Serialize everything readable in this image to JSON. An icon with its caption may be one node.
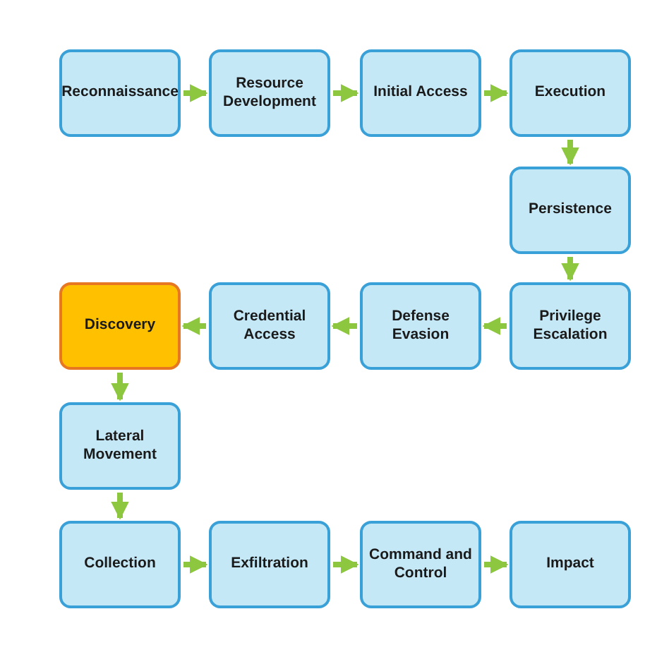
{
  "diagram": {
    "nodes": [
      {
        "text": [
          "Reconnaissance"
        ]
      },
      {
        "text": [
          "Resource Development"
        ]
      },
      {
        "text": [
          "Initial Access"
        ]
      },
      {
        "text": [
          "Execution"
        ]
      },
      {
        "text": [
          "Persistence"
        ]
      },
      {
        "text": [
          "Privilege Escalation"
        ]
      },
      {
        "text": [
          "Defense Evasion"
        ]
      },
      {
        "text": [
          "Credential Access"
        ]
      },
      {
        "text": [
          "Discovery"
        ]
      },
      {
        "text": [
          "Lateral Movement"
        ]
      },
      {
        "text": [
          "Collection"
        ]
      },
      {
        "text": [
          "Exfiltration"
        ]
      },
      {
        "text": [
          "Command and Control"
        ]
      },
      {
        "text": [
          "Impact"
        ]
      }
    ],
    "edges": [
      {
        "from": 0,
        "to": 1,
        "arrow": "to"
      },
      {
        "from": 1,
        "to": 2,
        "arrow": "to"
      },
      {
        "from": 2,
        "to": 3,
        "arrow": "to"
      },
      {
        "from": 3,
        "to": 4,
        "arrow": "to"
      },
      {
        "from": 4,
        "to": 5,
        "arrow": "to"
      },
      {
        "from": 5,
        "to": 6,
        "arrow": "to"
      },
      {
        "from": 6,
        "to": 7,
        "arrow": "to"
      },
      {
        "from": 7,
        "to": 8,
        "arrow": "to"
      },
      {
        "from": 8,
        "to": 9,
        "arrow": "to"
      },
      {
        "from": 9,
        "to": 10,
        "arrow": "to"
      },
      {
        "from": 10,
        "to": 11,
        "arrow": "to"
      },
      {
        "from": 11,
        "to": 12,
        "arrow": "to"
      },
      {
        "from": 12,
        "to": 13,
        "arrow": "to"
      }
    ]
  }
}
